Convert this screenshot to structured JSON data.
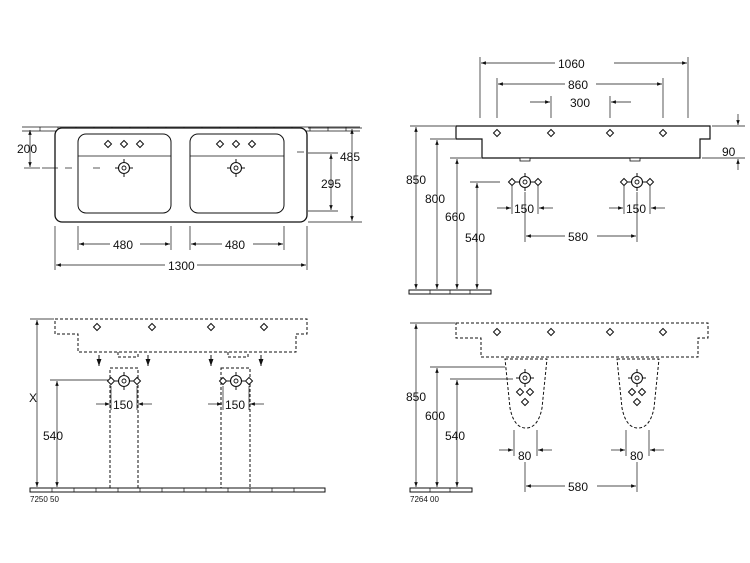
{
  "top_view": {
    "dims": {
      "d200": "200",
      "d485": "485",
      "d295": "295",
      "d480a": "480",
      "d480b": "480",
      "d1300": "1300"
    }
  },
  "front_view": {
    "dims": {
      "d1060": "1060",
      "d860": "860",
      "d300": "300",
      "d90": "90",
      "d850": "850",
      "d800": "800",
      "d660": "660",
      "d540": "540",
      "d150a": "150",
      "d150b": "150",
      "d580": "580"
    }
  },
  "pedestal_view_a": {
    "code": "7250 50",
    "dims": {
      "dX": "X",
      "d540": "540",
      "d150a": "150",
      "d150b": "150"
    }
  },
  "pedestal_view_b": {
    "code": "7264 00",
    "dims": {
      "d850": "850",
      "d600": "600",
      "d540": "540",
      "d80a": "80",
      "d80b": "80",
      "d580": "580"
    }
  },
  "colors": {
    "line": "#111111",
    "background": "#ffffff"
  }
}
